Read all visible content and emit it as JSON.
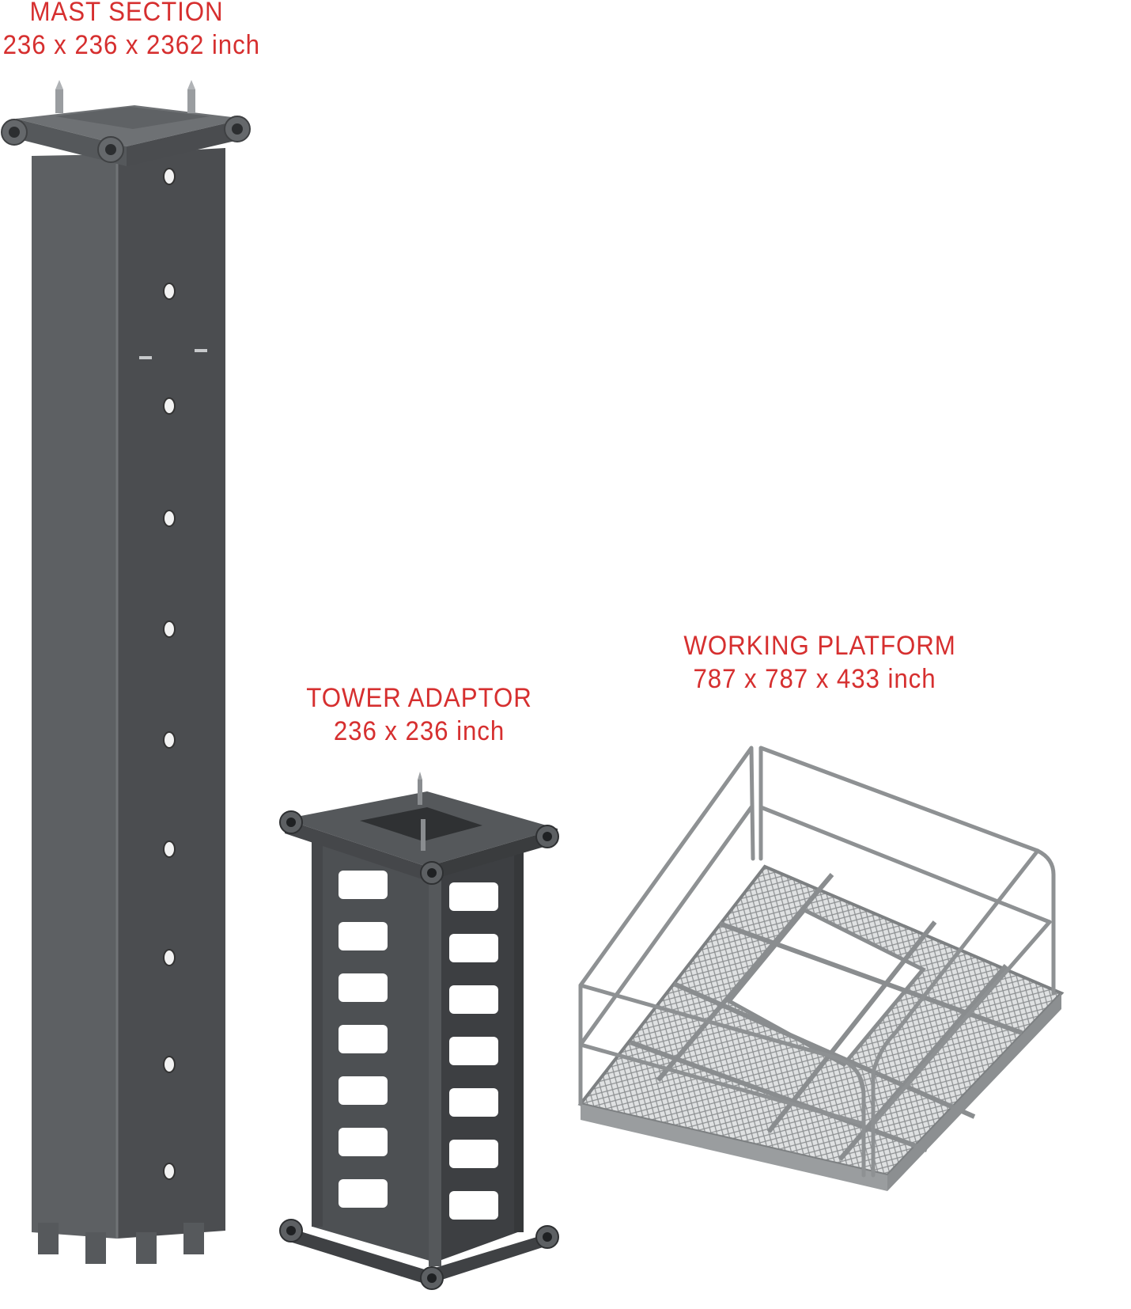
{
  "products": [
    {
      "id": "mast-section",
      "name": "MAST SECTION",
      "dimensions": "236 x 236 x 2362 inch"
    },
    {
      "id": "tower-adaptor",
      "name": "TOWER ADAPTOR",
      "dimensions": "236 x 236 inch"
    },
    {
      "id": "working-platform",
      "name": "WORKING PLATFORM",
      "dimensions": "787 x 787 x 433 inch"
    }
  ],
  "colors": {
    "caption": "#d62f2f",
    "steel_front": "#5a5d60",
    "steel_side": "#47494c",
    "steel_top": "#6b6e71",
    "platform_rail": "#8e9193"
  }
}
